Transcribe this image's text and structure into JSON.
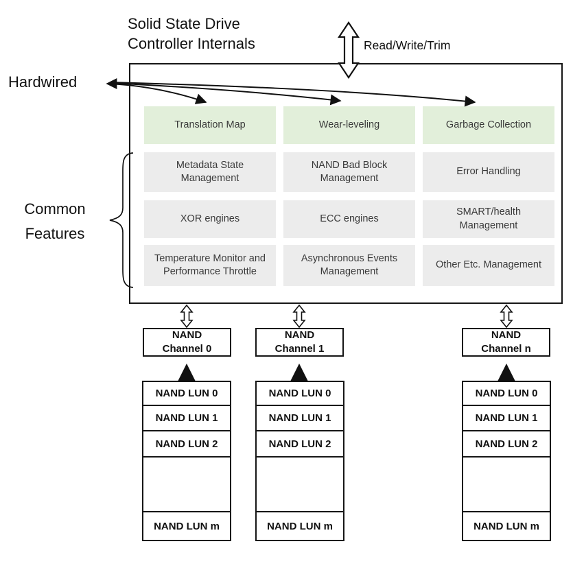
{
  "title": "Solid State Drive\nController Internals",
  "labels": {
    "read_write_trim": "Read/Write/Trim",
    "hardwired": "Hardwired",
    "common_features": "Common\nFeatures"
  },
  "controller": {
    "hardwired_features": [
      "Translation Map",
      "Wear-leveling",
      "Garbage Collection"
    ],
    "common_features_grid": [
      [
        "Metadata State Management",
        "NAND Bad Block Management",
        "Error Handling"
      ],
      [
        "XOR engines",
        "ECC engines",
        "SMART/health Management"
      ],
      [
        "Temperature Monitor and Performance Throttle",
        "Asynchronous Events Management",
        "Other Etc. Management"
      ]
    ]
  },
  "channels": [
    "NAND\nChannel 0",
    "NAND\nChannel 1",
    "NAND\nChannel n"
  ],
  "lun_stack": [
    "NAND LUN 0",
    "NAND LUN 1",
    "NAND LUN 2",
    "",
    "NAND LUN m"
  ],
  "colors": {
    "hardwired_box_fill": "#e2efda",
    "common_box_fill": "#ececec",
    "line": "#111111"
  }
}
